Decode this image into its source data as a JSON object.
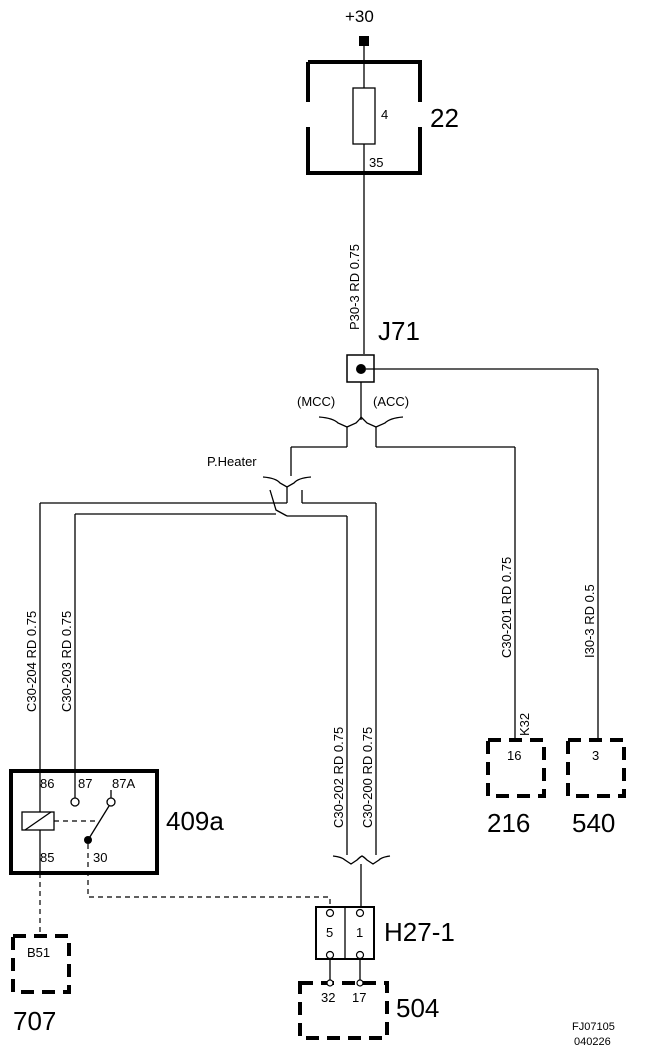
{
  "supply": {
    "label": "+30"
  },
  "fuse_box": {
    "id": "22",
    "fuse": "4",
    "pin": "35"
  },
  "wire_main": {
    "label": "P30-3  RD  0.75"
  },
  "junction": {
    "id": "J71"
  },
  "variants": {
    "mcc": "(MCC)",
    "acc": "(ACC)"
  },
  "pheater": {
    "label": "P.Heater"
  },
  "wires": {
    "c204": "C30-204  RD  0.75",
    "c203": "C30-203  RD  0.75",
    "c202": "C30-202  RD  0.75",
    "c200": "C30-200  RD  0.75",
    "c201": "C30-201  RD  0.75",
    "i303": "I30-3  RD  0.5"
  },
  "relay": {
    "id": "409a",
    "pin86": "86",
    "pin87": "87",
    "pin87a": "87A",
    "pin85": "85",
    "pin30": "30"
  },
  "connector": {
    "id": "H27-1",
    "pin_left": "5",
    "pin_right": "1"
  },
  "comp_216": {
    "id": "216",
    "pin": "16",
    "wire_tag": "K32"
  },
  "comp_540": {
    "id": "540",
    "pin": "3"
  },
  "comp_707": {
    "id": "707",
    "pin": "B51"
  },
  "comp_504": {
    "id": "504",
    "pin_left": "32",
    "pin_right": "17"
  },
  "footer": {
    "code": "FJ07105",
    "date": "040226"
  }
}
